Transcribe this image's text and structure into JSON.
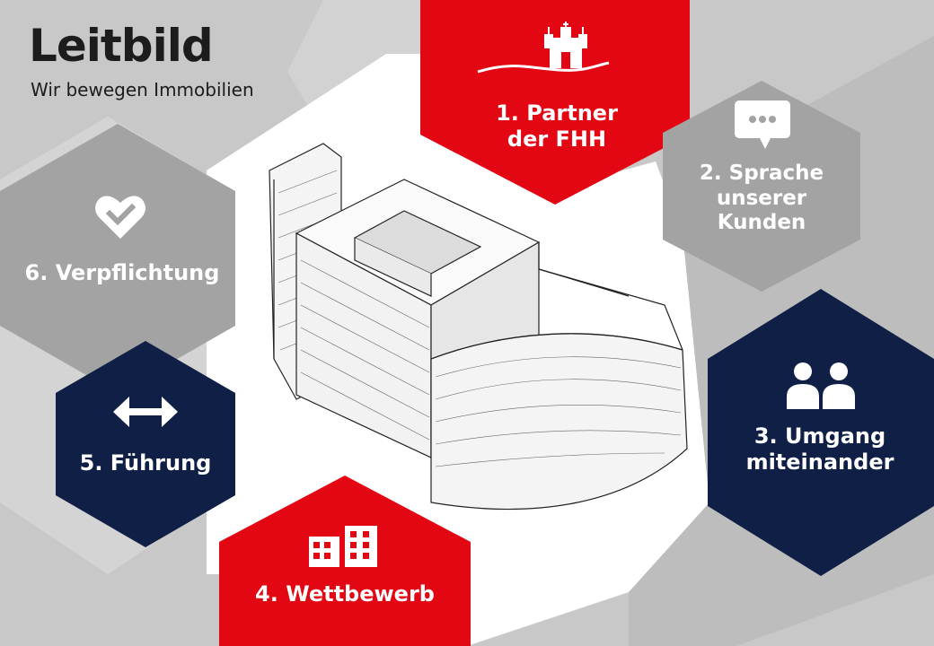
{
  "header": {
    "title": "Leitbild",
    "subtitle": "Wir bewegen Immobilien"
  },
  "colors": {
    "red": "#e30613",
    "navy": "#0f1f45",
    "gray_hex": "#a3a3a3",
    "background": "#c8c8c8",
    "white": "#ffffff"
  },
  "hexagons": [
    {
      "id": "1",
      "label_line1": "1. Partner",
      "label_line2": "der FHH",
      "icon": "hamburg-castle-icon",
      "color": "red"
    },
    {
      "id": "2",
      "label_line1": "2. Sprache",
      "label_line2": "unserer",
      "label_line3": "Kunden",
      "icon": "speech-bubble-icon",
      "color": "gray"
    },
    {
      "id": "3",
      "label_line1": "3. Umgang",
      "label_line2": "miteinander",
      "icon": "people-icon",
      "color": "navy"
    },
    {
      "id": "4",
      "label_line1": "4. Wettbewerb",
      "icon": "buildings-icon",
      "color": "red"
    },
    {
      "id": "5",
      "label_line1": "5. Führung",
      "icon": "double-arrow-icon",
      "color": "navy"
    },
    {
      "id": "6",
      "label_line1": "6. Verpflichtung",
      "icon": "heart-check-icon",
      "color": "gray"
    }
  ],
  "illustration": {
    "name": "building-sketch"
  }
}
